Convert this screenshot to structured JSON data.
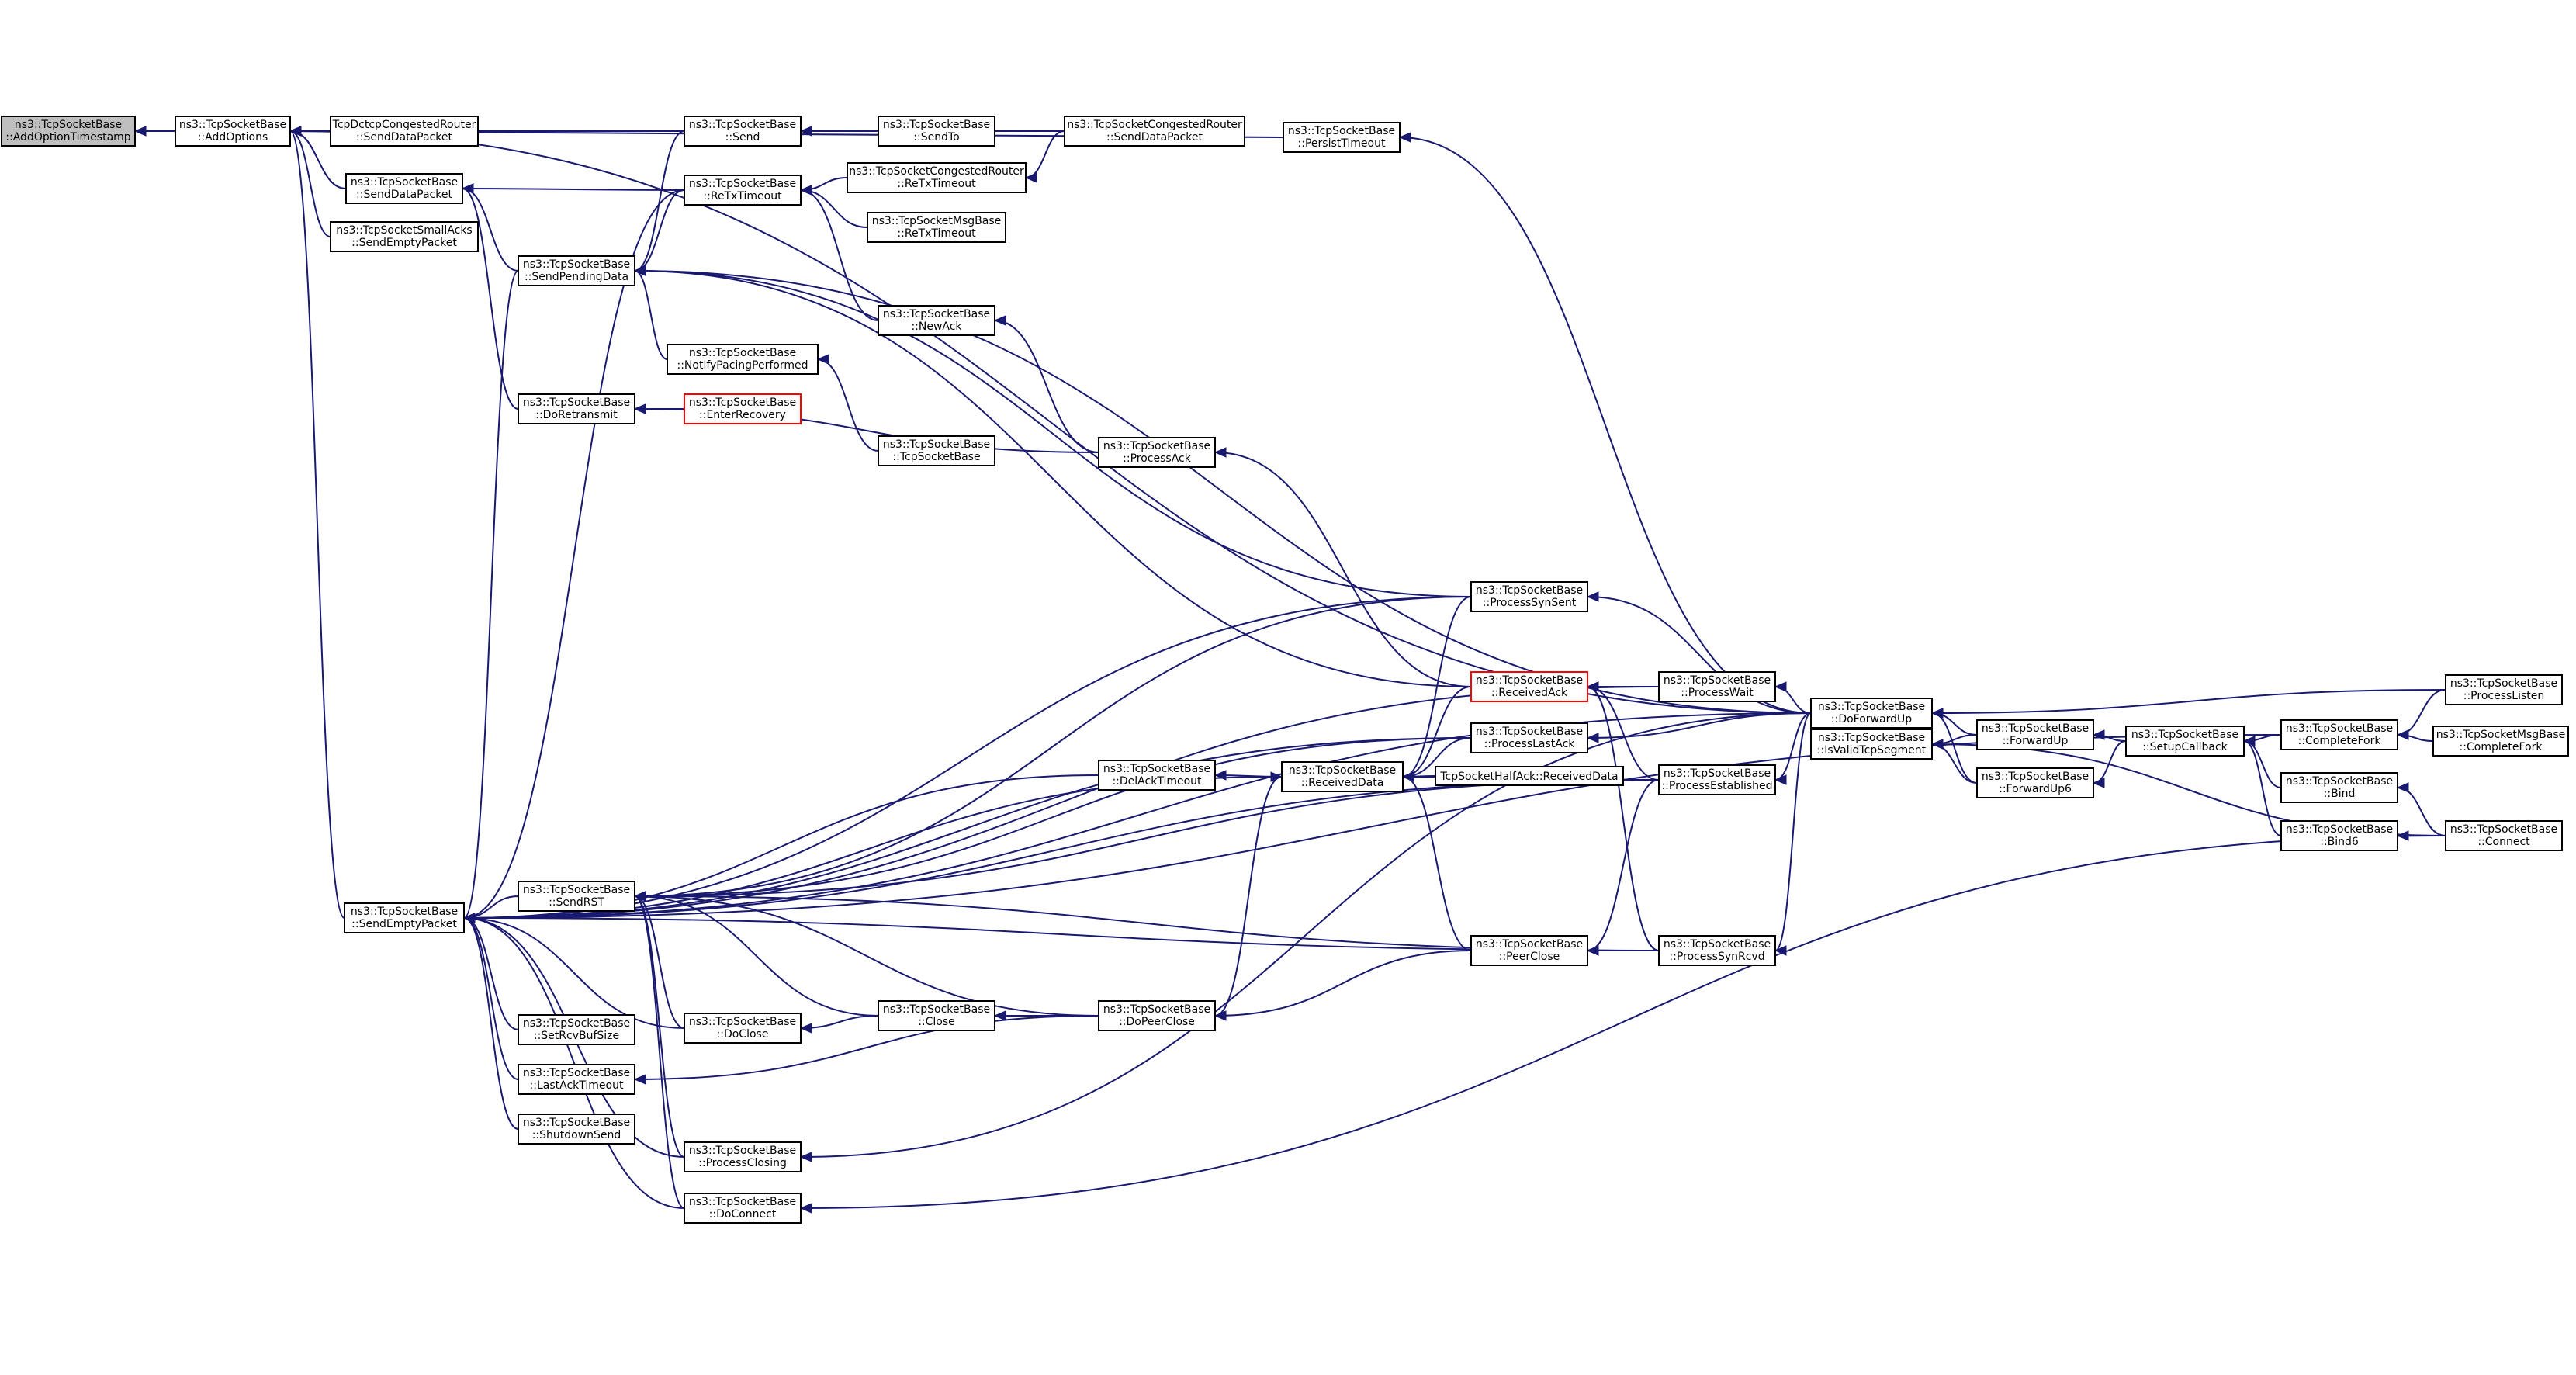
{
  "colors": {
    "edge": "#191970",
    "node_border": "#000000",
    "node_fill": "#ffffff",
    "current_fill": "#bfbfbf",
    "truncated_border": "#ff0000"
  },
  "nodes": {
    "n0": [
      "ns3::TcpSocketBase",
      "::AddOptionTimestamp"
    ],
    "n1": [
      "ns3::TcpSocketBase",
      "::AddOptions"
    ],
    "n2": [
      "TcpDctcpCongestedRouter",
      "::SendDataPacket"
    ],
    "n3": [
      "ns3::TcpSocketBase",
      "::SendDataPacket"
    ],
    "n4": [
      "ns3::TcpSocketSmallAcks",
      "::SendEmptyPacket"
    ],
    "n5": [
      "ns3::TcpSocketBase",
      "::SendEmptyPacket"
    ],
    "n6": [
      "ns3::TcpSocketBase",
      "::Send"
    ],
    "n7": [
      "ns3::TcpSocketBase",
      "::ReTxTimeout"
    ],
    "n8": [
      "ns3::TcpSocketBase",
      "::SendPendingData"
    ],
    "n9": [
      "ns3::TcpSocketBase",
      "::DoRetransmit"
    ],
    "n10": [
      "ns3::TcpSocketBase",
      "::SendRST"
    ],
    "n11": [
      "ns3::TcpSocketBase",
      "::SetRcvBufSize"
    ],
    "n12": [
      "ns3::TcpSocketBase",
      "::LastAckTimeout"
    ],
    "n13": [
      "ns3::TcpSocketBase",
      "::ShutdownSend"
    ],
    "n14": [
      "ns3::TcpSocketBase",
      "::SendTo"
    ],
    "n15": [
      "ns3::TcpSocketCongestedRouter",
      "::ReTxTimeout"
    ],
    "n16": [
      "ns3::TcpSocketMsgBase",
      "::ReTxTimeout"
    ],
    "n17": [
      "ns3::TcpSocketBase",
      "::NewAck"
    ],
    "n18": [
      "ns3::TcpSocketBase",
      "::NotifyPacingPerformed"
    ],
    "n19": [
      "ns3::TcpSocketBase",
      "::EnterRecovery"
    ],
    "n20": [
      "ns3::TcpSocketBase",
      "::TcpSocketBase"
    ],
    "n21": [
      "ns3::TcpSocketCongestedRouter",
      "::SendDataPacket"
    ],
    "n22": [
      "ns3::TcpSocketBase",
      "::ProcessAck"
    ],
    "n23": [
      "ns3::TcpSocketBase",
      "::DelAckTimeout"
    ],
    "n24": [
      "ns3::TcpSocketBase",
      "::DoClose"
    ],
    "n25": [
      "ns3::TcpSocketBase",
      "::Close"
    ],
    "n26": [
      "ns3::TcpSocketBase",
      "::DoPeerClose"
    ],
    "n27": [
      "ns3::TcpSocketBase",
      "::ProcessClosing"
    ],
    "n28": [
      "ns3::TcpSocketBase",
      "::DoConnect"
    ],
    "n29": [
      "ns3::TcpSocketBase",
      "::PersistTimeout"
    ],
    "n30": [
      "ns3::TcpSocketBase",
      "::ProcessSynSent"
    ],
    "n31": [
      "ns3::TcpSocketBase",
      "::ReceivedAck"
    ],
    "n32": [
      "ns3::TcpSocketBase",
      "::ProcessLastAck"
    ],
    "n33": [
      "ns3::TcpSocketBase",
      "::ReceivedData"
    ],
    "n34": [
      "TcpSocketHalfAck::ReceivedData"
    ],
    "n35": [
      "ns3::TcpSocketBase",
      "::PeerClose"
    ],
    "n36": [
      "ns3::TcpSocketBase",
      "::ProcessWait"
    ],
    "n37": [
      "ns3::TcpSocketBase",
      "::ProcessEstablished"
    ],
    "n38": [
      "ns3::TcpSocketBase",
      "::ProcessSynRcvd"
    ],
    "n39": [
      "ns3::TcpSocketBase",
      "::DoForwardUp"
    ],
    "n40": [
      "ns3::TcpSocketBase",
      "::IsValidTcpSegment"
    ],
    "n41": [
      "ns3::TcpSocketBase",
      "::ForwardUp"
    ],
    "n42": [
      "ns3::TcpSocketBase",
      "::ForwardUp6"
    ],
    "n43": [
      "ns3::TcpSocketBase",
      "::SetupCallback"
    ],
    "n44": [
      "ns3::TcpSocketBase",
      "::CompleteFork"
    ],
    "n45": [
      "ns3::TcpSocketBase",
      "::Bind"
    ],
    "n46": [
      "ns3::TcpSocketBase",
      "::Bind6"
    ],
    "n47": [
      "ns3::TcpSocketBase",
      "::ProcessListen"
    ],
    "n48": [
      "ns3::TcpSocketMsgBase",
      "::CompleteFork"
    ],
    "n49": [
      "ns3::TcpSocketBase",
      "::Connect"
    ]
  },
  "edges": [
    [
      "n1",
      "n0"
    ],
    [
      "n2",
      "n1"
    ],
    [
      "n3",
      "n1"
    ],
    [
      "n4",
      "n1"
    ],
    [
      "n5",
      "n1"
    ],
    [
      "n29",
      "n1"
    ],
    [
      "n39",
      "n1"
    ],
    [
      "n21",
      "n1"
    ],
    [
      "n7",
      "n3"
    ],
    [
      "n8",
      "n3"
    ],
    [
      "n9",
      "n3"
    ],
    [
      "n8",
      "n5"
    ],
    [
      "n7",
      "n5"
    ],
    [
      "n10",
      "n5"
    ],
    [
      "n11",
      "n5"
    ],
    [
      "n12",
      "n5"
    ],
    [
      "n13",
      "n5"
    ],
    [
      "n23",
      "n5"
    ],
    [
      "n24",
      "n5"
    ],
    [
      "n27",
      "n5"
    ],
    [
      "n28",
      "n5"
    ],
    [
      "n30",
      "n5"
    ],
    [
      "n32",
      "n5"
    ],
    [
      "n33",
      "n5"
    ],
    [
      "n36",
      "n5"
    ],
    [
      "n37",
      "n5"
    ],
    [
      "n38",
      "n5"
    ],
    [
      "n39",
      "n5"
    ],
    [
      "n44",
      "n5"
    ],
    [
      "n14",
      "n6"
    ],
    [
      "n15",
      "n7"
    ],
    [
      "n16",
      "n7"
    ],
    [
      "n17",
      "n7"
    ],
    [
      "n21",
      "n15"
    ],
    [
      "n6",
      "n8"
    ],
    [
      "n7",
      "n8"
    ],
    [
      "n18",
      "n8"
    ],
    [
      "n31",
      "n8"
    ],
    [
      "n30",
      "n8"
    ],
    [
      "n39",
      "n8"
    ],
    [
      "n19",
      "n9"
    ],
    [
      "n22",
      "n9"
    ],
    [
      "n20",
      "n18"
    ],
    [
      "n22",
      "n17"
    ],
    [
      "n31",
      "n22"
    ],
    [
      "n39",
      "n29"
    ],
    [
      "n24",
      "n10"
    ],
    [
      "n25",
      "n10"
    ],
    [
      "n26",
      "n10"
    ],
    [
      "n27",
      "n10"
    ],
    [
      "n28",
      "n10"
    ],
    [
      "n30",
      "n10"
    ],
    [
      "n32",
      "n10"
    ],
    [
      "n37",
      "n10"
    ],
    [
      "n38",
      "n10"
    ],
    [
      "n26",
      "n12"
    ],
    [
      "n33",
      "n23"
    ],
    [
      "n25",
      "n24"
    ],
    [
      "n26",
      "n25"
    ],
    [
      "n35",
      "n26"
    ],
    [
      "n39",
      "n27"
    ],
    [
      "n30",
      "n33"
    ],
    [
      "n31",
      "n33"
    ],
    [
      "n32",
      "n33"
    ],
    [
      "n34",
      "n33"
    ],
    [
      "n35",
      "n33"
    ],
    [
      "n37",
      "n33"
    ],
    [
      "n26",
      "n33"
    ],
    [
      "n36",
      "n31"
    ],
    [
      "n37",
      "n31"
    ],
    [
      "n38",
      "n31"
    ],
    [
      "n37",
      "n35"
    ],
    [
      "n38",
      "n35"
    ],
    [
      "n39",
      "n30"
    ],
    [
      "n39",
      "n36"
    ],
    [
      "n39",
      "n32"
    ],
    [
      "n39",
      "n37"
    ],
    [
      "n39",
      "n38"
    ],
    [
      "n41",
      "n39"
    ],
    [
      "n42",
      "n39"
    ],
    [
      "n47",
      "n39"
    ],
    [
      "n41",
      "n40"
    ],
    [
      "n42",
      "n40"
    ],
    [
      "n43",
      "n41"
    ],
    [
      "n43",
      "n42"
    ],
    [
      "n44",
      "n43"
    ],
    [
      "n45",
      "n43"
    ],
    [
      "n46",
      "n43"
    ],
    [
      "n47",
      "n44"
    ],
    [
      "n48",
      "n44"
    ],
    [
      "n49",
      "n45"
    ],
    [
      "n49",
      "n46"
    ],
    [
      "n49",
      "n28"
    ],
    [
      "n49",
      "n40"
    ]
  ]
}
